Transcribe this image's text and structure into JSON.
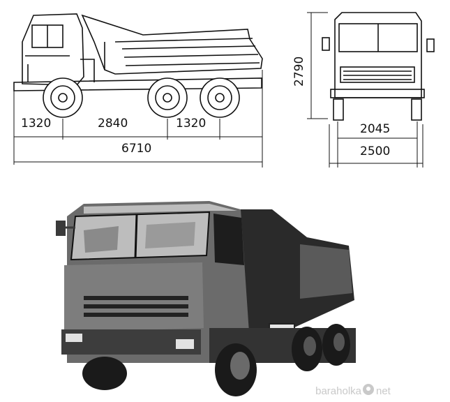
{
  "dimensions": {
    "front_overhang": "1320",
    "wheelbase_main": "2840",
    "rear_axle_spacing": "1320",
    "overall_length": "6710",
    "height": "2790",
    "track_width": "2045",
    "overall_width": "2500"
  },
  "watermark": {
    "text_left": "baraholka",
    "text_right": "net",
    "logo_icon": "location-pin-icon"
  },
  "colors": {
    "ink": "#111111",
    "photo_dark": "#2a2a2a",
    "photo_mid": "#6b6b6b",
    "photo_light": "#bdbdbd",
    "watermark": "#c9c9c9"
  }
}
